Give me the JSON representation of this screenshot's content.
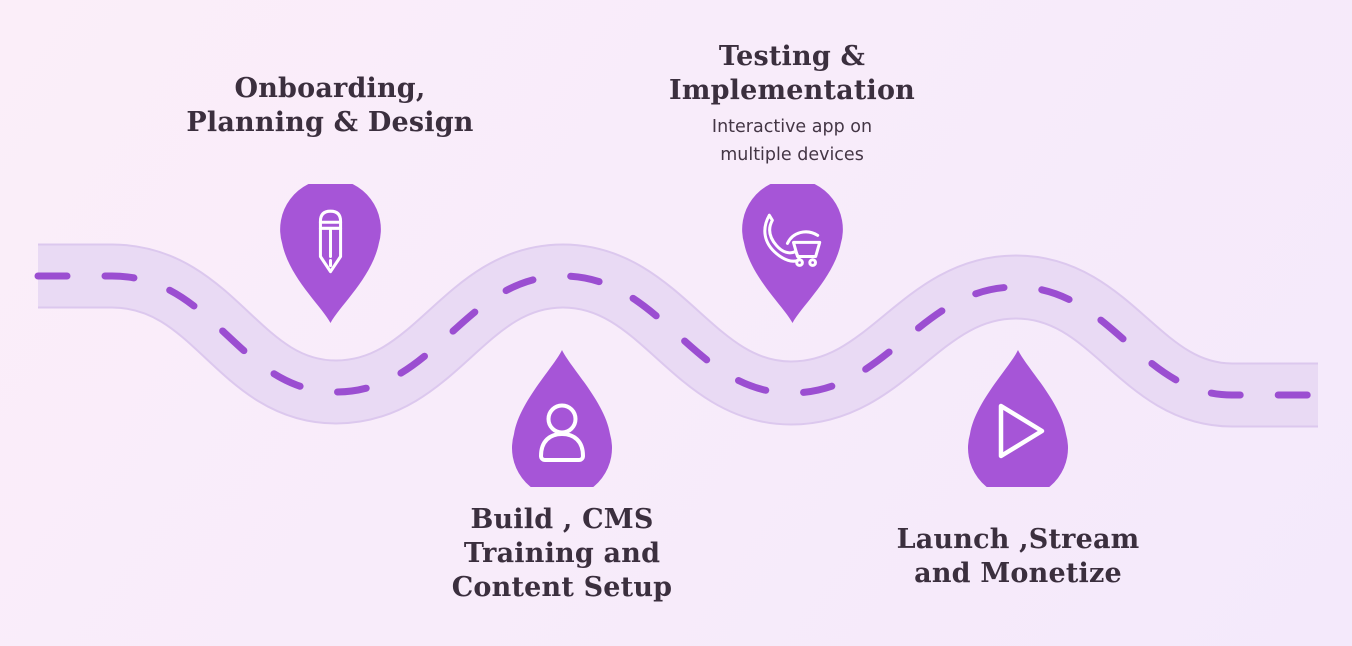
{
  "canvas": {
    "background_start": "#fbeef9",
    "background_end": "#f4e9fb"
  },
  "road": {
    "band_color": "#e9daf4",
    "edge_color": "#dcc8ee",
    "dash_color": "#9b4ed1"
  },
  "pins": {
    "fill": "#a655d7",
    "icon_stroke": "#ffffff"
  },
  "milestones": [
    {
      "id": "onboarding",
      "icon": "pencil-icon",
      "pin_direction": "down",
      "title_lines": [
        "Onboarding,",
        "Planning & Design"
      ]
    },
    {
      "id": "testing",
      "icon": "phone-cart-icon",
      "pin_direction": "down",
      "title_lines": [
        "Testing &",
        "Implementation"
      ],
      "subtitle_lines": [
        "Interactive app on",
        "multiple devices"
      ]
    },
    {
      "id": "build",
      "icon": "person-icon",
      "pin_direction": "up",
      "title_lines": [
        "Build , CMS",
        "Training and",
        "Content Setup"
      ]
    },
    {
      "id": "launch",
      "icon": "play-icon",
      "pin_direction": "up",
      "title_lines": [
        "Launch ,Stream",
        "and Monetize"
      ]
    }
  ]
}
